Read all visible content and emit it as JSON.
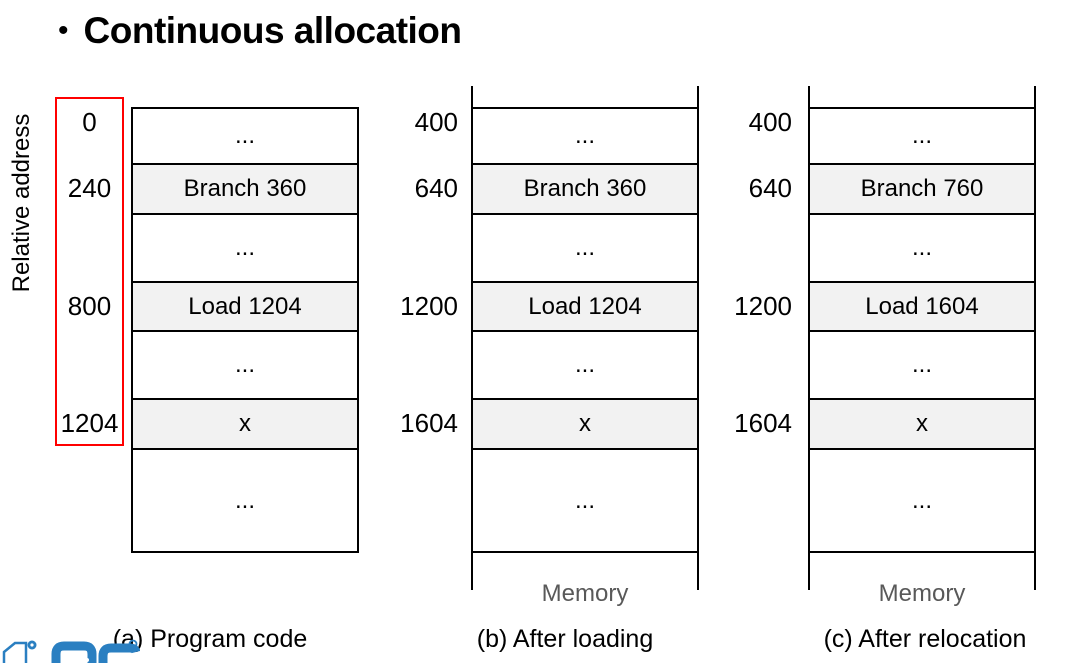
{
  "slide": {
    "title_bullet": "•",
    "title": "Continuous allocation",
    "y_axis_label": "Relative address"
  },
  "colors": {
    "highlight_box_red": "#ff0000",
    "cell_fill_gray": "#f2f2f2",
    "line_black": "#000000",
    "memory_label_gray": "#595959",
    "logo_blue": "#2a7fc1"
  },
  "diagrams": [
    {
      "caption": "(a) Program code",
      "addresses": [
        "0",
        "240",
        "800",
        "1204"
      ],
      "rows": [
        "...",
        "Branch 360",
        "...",
        "Load 1204",
        "...",
        "x",
        "..."
      ]
    },
    {
      "caption": "(b) After loading",
      "memory_label": "Memory",
      "addresses": [
        "400",
        "640",
        "1200",
        "1604"
      ],
      "rows": [
        "...",
        "Branch 360",
        "...",
        "Load 1204",
        "...",
        "x",
        "..."
      ]
    },
    {
      "caption": "(c) After relocation",
      "memory_label": "Memory",
      "addresses": [
        "400",
        "640",
        "1200",
        "1604"
      ],
      "rows": [
        "...",
        "Branch 760",
        "...",
        "Load 1604",
        "...",
        "x",
        "..."
      ]
    }
  ]
}
